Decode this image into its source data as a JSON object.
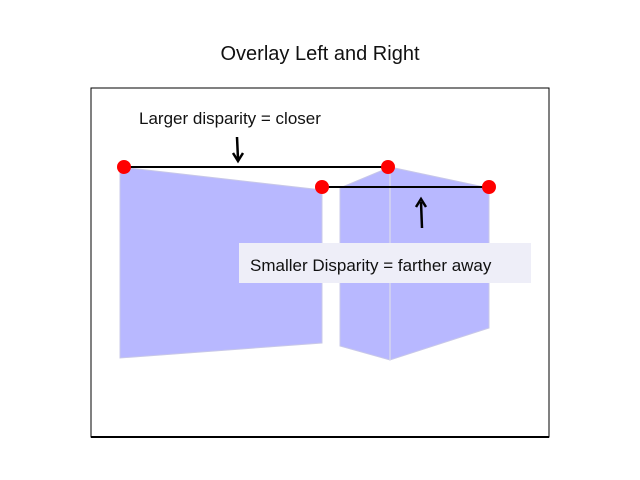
{
  "title": "Overlay Left and Right",
  "annotations": {
    "larger": "Larger disparity = closer",
    "smaller": "Smaller Disparity = farther away"
  },
  "colors": {
    "shape_fill": "#b8b8ff",
    "shape_stroke": "#c8c8e8",
    "point": "#ff0000",
    "line": "#000000",
    "frame": "#000000",
    "label_background": "#eeeef8"
  }
}
